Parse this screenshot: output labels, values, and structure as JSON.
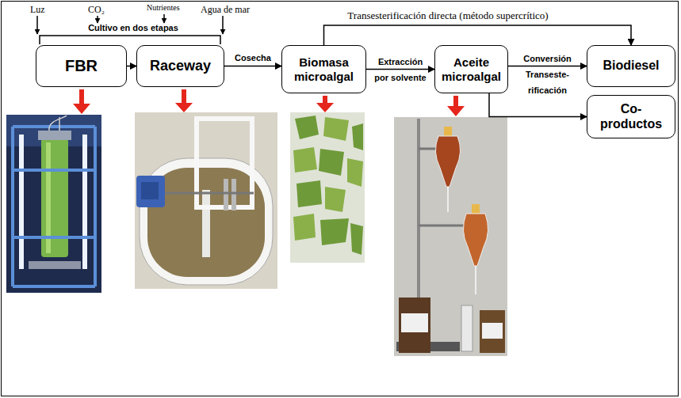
{
  "diagram": {
    "nodes": [
      {
        "text": [
          "FBR"
        ]
      },
      {
        "text": [
          "Raceway"
        ]
      },
      {
        "text": [
          "Biomasa microalgal"
        ]
      },
      {
        "text": [
          "Aceite microalgal"
        ]
      },
      {
        "text": [
          "Biodiesel"
        ]
      },
      {
        "text": [
          "Co- productos"
        ]
      }
    ],
    "edges": [
      {
        "from": 0,
        "to": 1,
        "arrow": "to"
      },
      {
        "from": 1,
        "to": 2,
        "label": "Cosecha",
        "arrow": "to"
      },
      {
        "from": 2,
        "to": 3,
        "label": "Extracción por solvente",
        "arrow": "to"
      },
      {
        "from": 3,
        "to": 4,
        "label": "Conversión Transeste- rificación",
        "arrow": "to"
      },
      {
        "from": 3,
        "to": 5,
        "arrow": "to"
      },
      {
        "from": 2,
        "to": 4,
        "label": "Transesterificación directa (método supercrítico)",
        "arrow": "to"
      }
    ],
    "labels": [
      "Luz",
      "CO₂",
      "Nutrientes",
      "Agua de mar",
      "Cultivo en dos etapas"
    ]
  }
}
